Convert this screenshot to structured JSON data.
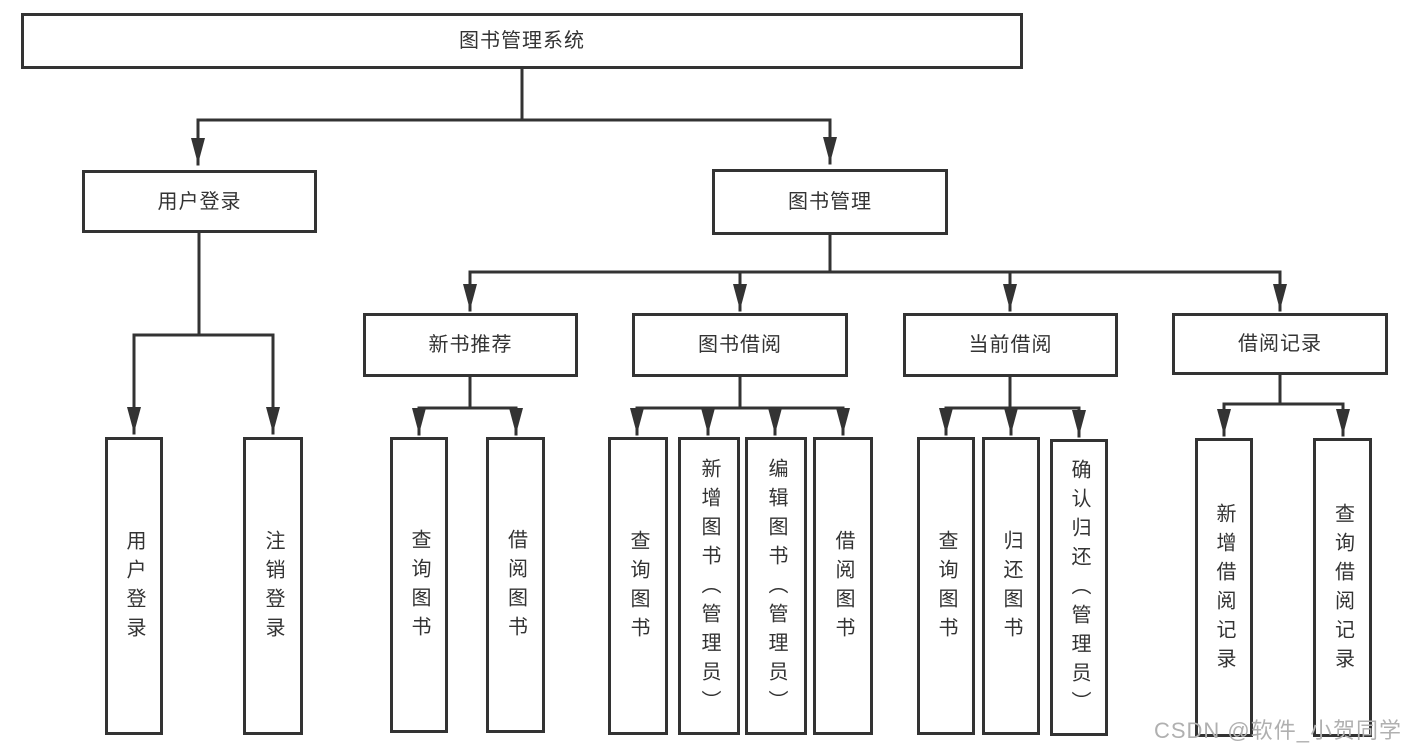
{
  "diagram": {
    "title": "图书管理系统",
    "type": "hierarchy-tree"
  },
  "nodes": {
    "root": "图书管理系统",
    "user_login": "用户登录",
    "book_mgmt": "图书管理",
    "new_book_rec": "新书推荐",
    "book_borrow": "图书借阅",
    "current_borrow": "当前借阅",
    "borrow_records": "借阅记录",
    "leaf_user_login": "用户登录",
    "leaf_logout": "注销登录",
    "leaf_nbr_query": "查询图书",
    "leaf_nbr_borrow": "借阅图书",
    "leaf_bb_query": "查询图书",
    "leaf_bb_add": "新增图书（管理员）",
    "leaf_bb_edit": "编辑图书（管理员）",
    "leaf_bb_borrow": "借阅图书",
    "leaf_cb_query": "查询图书",
    "leaf_cb_return": "归还图书",
    "leaf_cb_confirm": "确认归还（管理员）",
    "leaf_br_add": "新增借阅记录",
    "leaf_br_query": "查询借阅记录"
  },
  "hierarchy": {
    "图书管理系统": {
      "用户登录": [
        "用户登录",
        "注销登录"
      ],
      "图书管理": {
        "新书推荐": [
          "查询图书",
          "借阅图书"
        ],
        "图书借阅": [
          "查询图书",
          "新增图书（管理员）",
          "编辑图书（管理员）",
          "借阅图书"
        ],
        "当前借阅": [
          "查询图书",
          "归还图书",
          "确认归还（管理员）"
        ],
        "借阅记录": [
          "新增借阅记录",
          "查询借阅记录"
        ]
      }
    }
  },
  "watermark": "CSDN @软件_小贺同学",
  "colors": {
    "line": "#333333",
    "box_border": "#333333",
    "text": "#333333",
    "watermark": "#b0b0b0",
    "background": "#ffffff"
  }
}
